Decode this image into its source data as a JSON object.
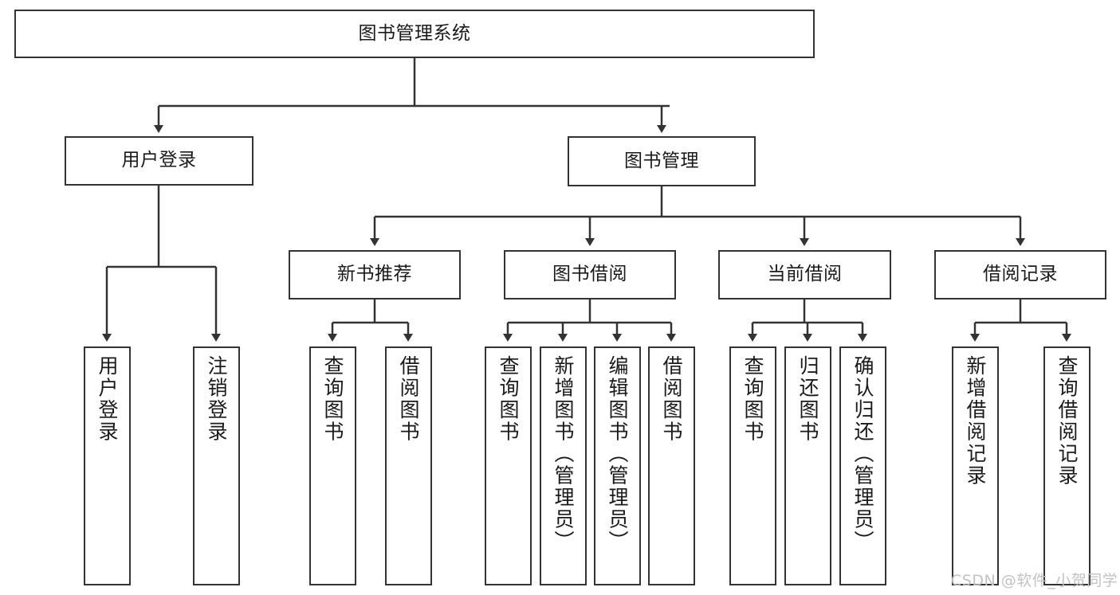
{
  "diagram": {
    "title": "图书管理系统",
    "type": "tree-hierarchy-diagram",
    "colors": {
      "background": "#ffffff",
      "box_border": "#333333",
      "box_fill": "#ffffff",
      "connector": "#333333",
      "watermark": "#c2c2c2"
    },
    "root": {
      "label": "图书管理系统"
    },
    "level1": [
      {
        "label": "用户登录"
      },
      {
        "label": "图书管理"
      }
    ],
    "level2": [
      {
        "label": "新书推荐"
      },
      {
        "label": "图书借阅"
      },
      {
        "label": "当前借阅"
      },
      {
        "label": "借阅记录"
      }
    ],
    "leaves_user_login": [
      {
        "label": "用户登录"
      },
      {
        "label": "注销登录"
      }
    ],
    "leaves_new_book": [
      {
        "label": "查询图书"
      },
      {
        "label": "借阅图书"
      }
    ],
    "leaves_borrow": [
      {
        "label": "查询图书"
      },
      {
        "label": "新增图书（管理员）"
      },
      {
        "label": "编辑图书（管理员）"
      },
      {
        "label": "借阅图书"
      }
    ],
    "leaves_current": [
      {
        "label": "查询图书"
      },
      {
        "label": "归还图书"
      },
      {
        "label": "确认归还（管理员）"
      }
    ],
    "leaves_record": [
      {
        "label": "新增借阅记录"
      },
      {
        "label": "查询借阅记录"
      }
    ]
  },
  "watermark": {
    "text": "CSDN @软件_小贺同学"
  }
}
